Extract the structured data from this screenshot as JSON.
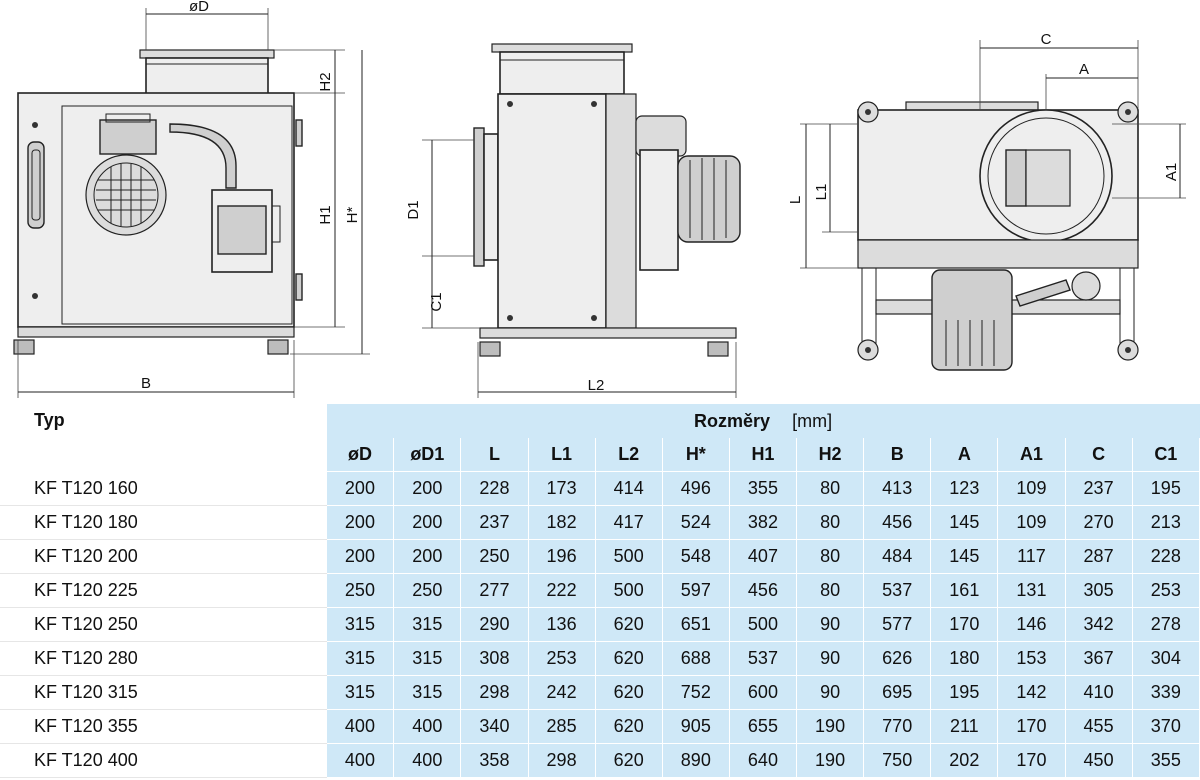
{
  "drawing": {
    "labels": {
      "dD": "øD",
      "h2": "H2",
      "h1": "H1",
      "hstar": "H*",
      "b": "B",
      "d1": "D1",
      "c1": "C1",
      "l2": "L2",
      "c": "C",
      "a": "A",
      "a1": "A1",
      "l1": "L1",
      "l": "L"
    }
  },
  "table": {
    "typ_header": "Typ",
    "title": "Rozměry",
    "unit": "[mm]",
    "columns": [
      "øD",
      "øD1",
      "L",
      "L1",
      "L2",
      "H*",
      "H1",
      "H2",
      "B",
      "A",
      "A1",
      "C",
      "C1"
    ],
    "rows": [
      {
        "typ": "KF T120 160",
        "values": [
          "200",
          "200",
          "228",
          "173",
          "414",
          "496",
          "355",
          "80",
          "413",
          "123",
          "109",
          "237",
          "195"
        ]
      },
      {
        "typ": "KF T120 180",
        "values": [
          "200",
          "200",
          "237",
          "182",
          "417",
          "524",
          "382",
          "80",
          "456",
          "145",
          "109",
          "270",
          "213"
        ]
      },
      {
        "typ": "KF T120 200",
        "values": [
          "200",
          "200",
          "250",
          "196",
          "500",
          "548",
          "407",
          "80",
          "484",
          "145",
          "117",
          "287",
          "228"
        ]
      },
      {
        "typ": "KF T120 225",
        "values": [
          "250",
          "250",
          "277",
          "222",
          "500",
          "597",
          "456",
          "80",
          "537",
          "161",
          "131",
          "305",
          "253"
        ]
      },
      {
        "typ": "KF T120 250",
        "values": [
          "315",
          "315",
          "290",
          "136",
          "620",
          "651",
          "500",
          "90",
          "577",
          "170",
          "146",
          "342",
          "278"
        ]
      },
      {
        "typ": "KF T120 280",
        "values": [
          "315",
          "315",
          "308",
          "253",
          "620",
          "688",
          "537",
          "90",
          "626",
          "180",
          "153",
          "367",
          "304"
        ]
      },
      {
        "typ": "KF T120 315",
        "values": [
          "315",
          "315",
          "298",
          "242",
          "620",
          "752",
          "600",
          "90",
          "695",
          "195",
          "142",
          "410",
          "339"
        ]
      },
      {
        "typ": "KF T120 355",
        "values": [
          "400",
          "400",
          "340",
          "285",
          "620",
          "905",
          "655",
          "190",
          "770",
          "211",
          "170",
          "455",
          "370"
        ]
      },
      {
        "typ": "KF T120 400",
        "values": [
          "400",
          "400",
          "358",
          "298",
          "620",
          "890",
          "640",
          "190",
          "750",
          "202",
          "170",
          "450",
          "355"
        ]
      }
    ]
  }
}
